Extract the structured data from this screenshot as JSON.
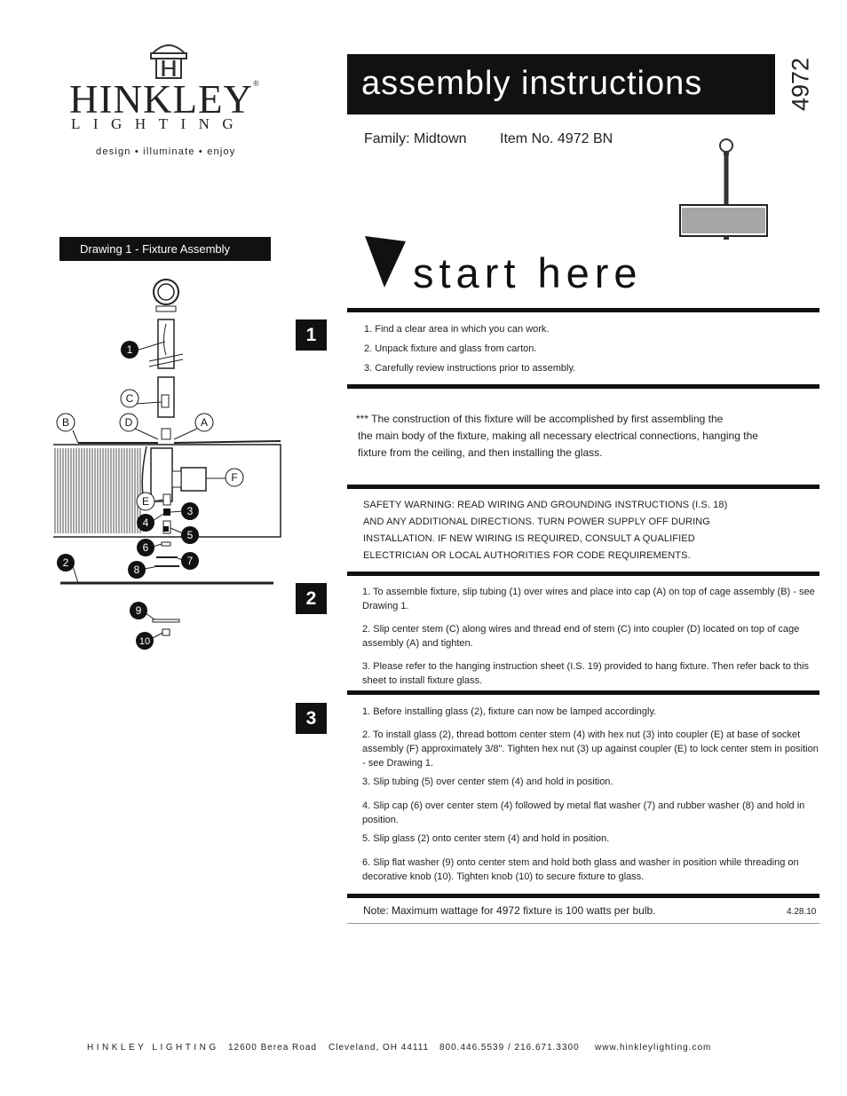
{
  "brand": {
    "name": "HINKLEY",
    "sub": "LIGHTING",
    "tagline": "design • illuminate • enjoy",
    "registered": "®"
  },
  "header": {
    "title": "assembly instructions",
    "side_number": "4972",
    "family": "Family: Midtown",
    "item": "Item No. 4972 BN"
  },
  "drawing": {
    "label": "Drawing 1 - Fixture Assembly",
    "callouts_letters": [
      "A",
      "B",
      "C",
      "D",
      "E",
      "F"
    ],
    "callouts_numbers": [
      "1",
      "2",
      "3",
      "4",
      "5",
      "6",
      "7",
      "8",
      "9",
      "10"
    ]
  },
  "start": {
    "text": "start here"
  },
  "step1": {
    "number": "1",
    "items": [
      "1. Find a clear area in which you can work.",
      "2. Unpack fixture and glass from carton.",
      "3. Carefully review instructions prior to assembly."
    ]
  },
  "construction": {
    "lines": [
      "*** The construction of this fixture will be accomplished by first assembling the",
      "the main body of the fixture, making all necessary electrical connections, hanging the",
      "fixture from the ceiling, and then installing the glass."
    ]
  },
  "safety": {
    "lines": [
      "SAFETY WARNING: READ WIRING AND GROUNDING INSTRUCTIONS (I.S. 18)",
      "AND ANY ADDITIONAL DIRECTIONS. TURN POWER SUPPLY OFF DURING",
      "INSTALLATION. IF NEW WIRING IS REQUIRED, CONSULT A QUALIFIED",
      "ELECTRICIAN OR LOCAL AUTHORITIES FOR CODE REQUIREMENTS."
    ]
  },
  "step2": {
    "number": "2",
    "items": [
      "1. To assemble fixture, slip tubing (1) over wires and place into cap (A) on top of cage assembly (B)  - see Drawing 1.",
      "2. Slip center stem (C) along wires and thread end of stem (C) into coupler (D) located on top of cage assembly (A) and tighten.",
      "3. Please refer to the hanging instruction sheet (I.S. 19) provided to hang fixture. Then refer back to this sheet to install fixture glass."
    ]
  },
  "step3": {
    "number": "3",
    "items": [
      "1. Before installing glass (2), fixture can now be lamped accordingly.",
      "2. To install glass (2), thread bottom center stem (4)  with hex nut (3) into coupler (E) at base of socket assembly (F) approximately 3/8\". Tighten hex nut (3) up against coupler (E) to lock center stem in position - see Drawing 1.",
      "3. Slip tubing (5) over center stem (4) and hold in position.",
      "4. Slip cap (6) over center stem (4) followed by metal flat washer (7) and rubber washer (8) and hold in position.",
      "5. Slip glass (2) onto center stem (4) and hold in position.",
      "6. Slip flat washer (9) onto center stem and hold both glass and washer in position while threading on decorative knob (10). Tighten knob (10) to secure fixture to glass."
    ]
  },
  "note": {
    "text": "Note: Maximum wattage for 4972 fixture is 100 watts per bulb.",
    "date": "4.28.10"
  },
  "footer": {
    "company": "HINKLEY LIGHTING",
    "address": "12600 Berea Road",
    "city": "Cleveland, OH 44111",
    "phone": "800.446.5539 / 216.671.3300",
    "web": "www.hinkleylighting.com"
  }
}
